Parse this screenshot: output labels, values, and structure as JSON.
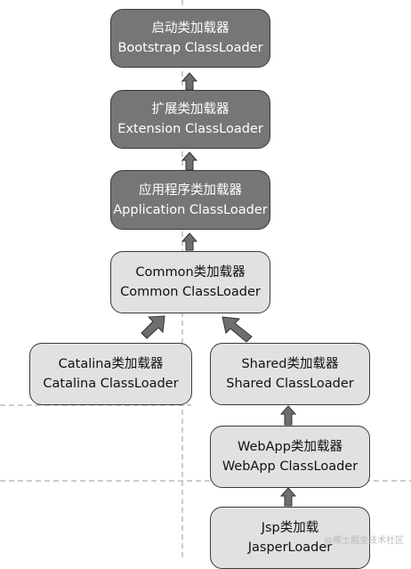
{
  "nodes": {
    "bootstrap": {
      "title": "启动类加载器",
      "subtitle": "Bootstrap ClassLoader"
    },
    "extension": {
      "title": "扩展类加载器",
      "subtitle": "Extension ClassLoader"
    },
    "application": {
      "title": "应用程序类加载器",
      "subtitle": "Application ClassLoader"
    },
    "common": {
      "title": "Common类加载器",
      "subtitle": "Common ClassLoader"
    },
    "catalina": {
      "title": "Catalina类加载器",
      "subtitle": "Catalina ClassLoader"
    },
    "shared": {
      "title": "Shared类加载器",
      "subtitle": "Shared ClassLoader"
    },
    "webapp": {
      "title": "WebApp类加载器",
      "subtitle": "WebApp ClassLoader"
    },
    "jsp": {
      "title": "Jsp类加载",
      "subtitle": "JasperLoader"
    }
  },
  "watermark": "@稀土掘金技术社区",
  "colors": {
    "dark_node_fill": "#767676",
    "light_node_fill": "#e1e1e1",
    "border": "#3a3a3a",
    "arrow_fill": "#6e6e6e",
    "guide_line": "#9a9a9a"
  }
}
